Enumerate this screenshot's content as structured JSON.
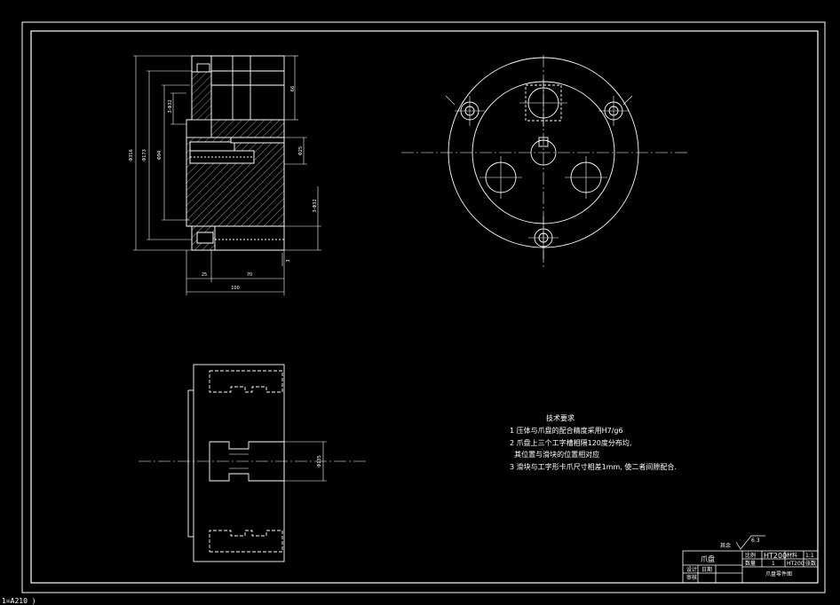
{
  "tech_notes": {
    "heading": "技术要求",
    "lines": [
      "1 压体与爪盘的配合精度采用H7/g6",
      "2 爪盘上三个工字槽相隔120度分布均,",
      "  其位置与滑块的位置相对应",
      "3 滑块与工字形卡爪尺寸相差1mm, 使二者间隙配合."
    ]
  },
  "dimensions": {
    "d_outer": "Φ316",
    "d_173": "Φ173",
    "d_94": "Φ94",
    "d_right": "Φ25",
    "upper_right": "66",
    "right_lower": "3-Φ32",
    "left_small": "3-Φ32",
    "bottom_small": "3",
    "bottom_25": "25",
    "bottom_70": "70",
    "bottom_total": "100",
    "section_right": "Φ135"
  },
  "title_block": {
    "roughness": "其余",
    "roughness_value": "6.3",
    "part_name": "爪盘",
    "material": "HT200",
    "drawing_name": "爪盘零件图",
    "labels": [
      "比例",
      "1:1",
      "数量",
      "1",
      "材料",
      "HT200",
      "设计",
      "审核",
      "日期",
      "张数"
    ]
  },
  "status_text": "1=A210 )"
}
